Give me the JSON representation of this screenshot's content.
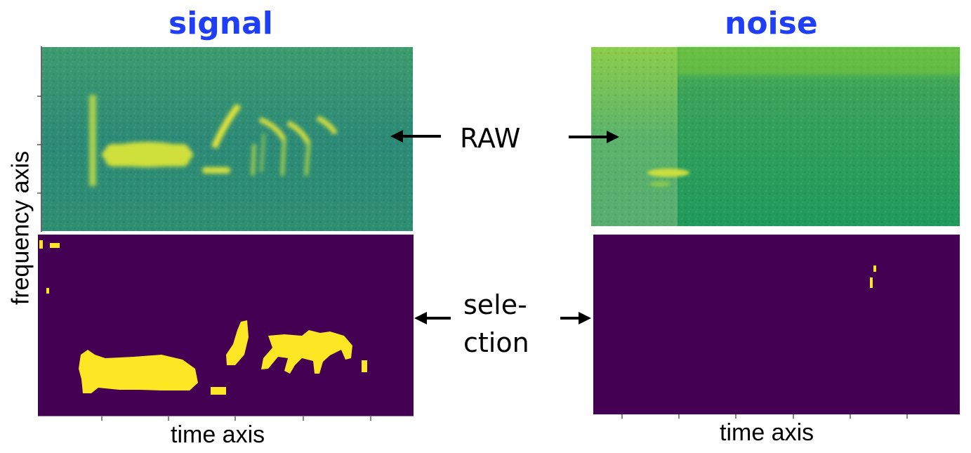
{
  "titles": {
    "signal": "signal",
    "noise": "noise"
  },
  "rows": {
    "raw": "RAW",
    "selection_line1": "sele-",
    "selection_line2": "ction"
  },
  "axes": {
    "y_label": "frequency axis",
    "x_label_left": "time axis",
    "x_label_right": "time axis"
  },
  "colors": {
    "title": "#1f3ef7",
    "mask_background": "#440154",
    "mask_selection": "#fde725",
    "spectrogram_low": "#2d8f72",
    "spectrogram_high": "#e5e833"
  }
}
